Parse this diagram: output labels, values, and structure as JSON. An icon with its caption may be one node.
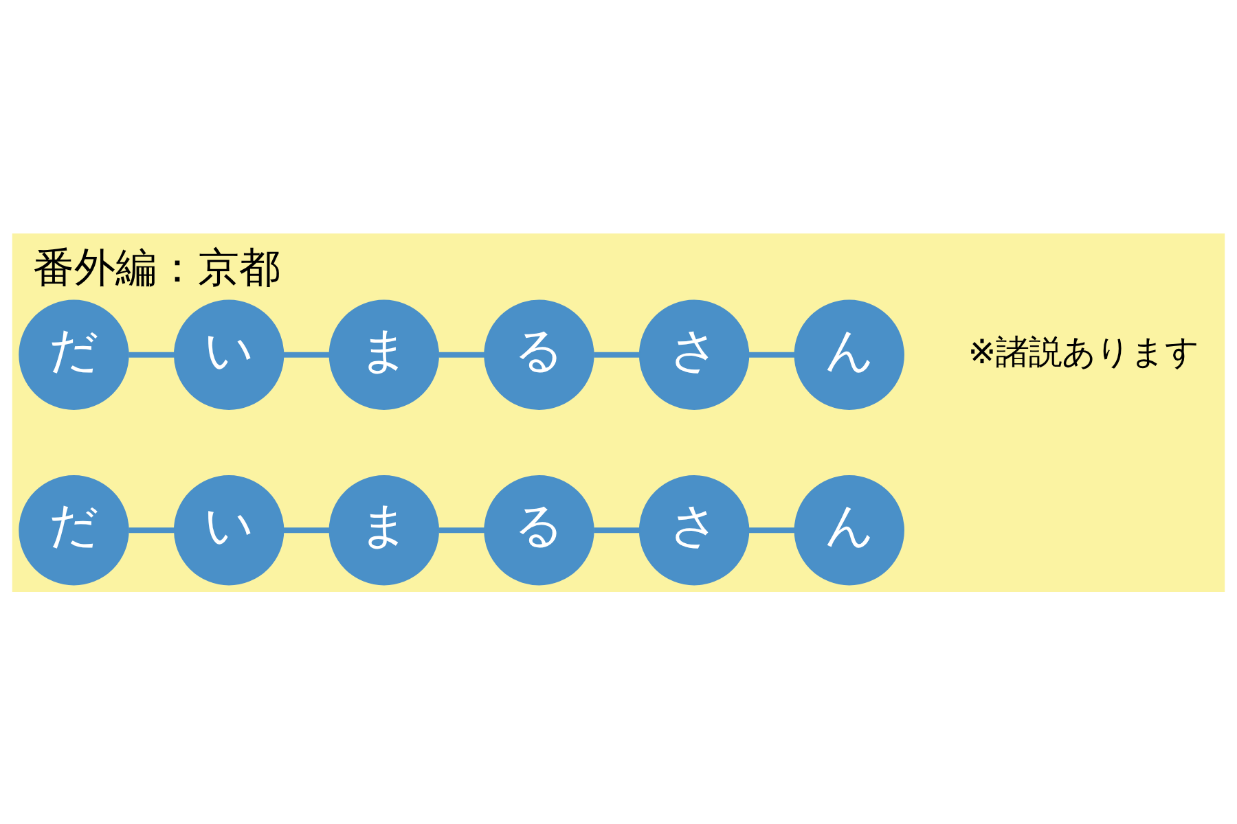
{
  "diagram": {
    "title": "番外編：京都",
    "nodes": [
      {
        "text": [
          "だ"
        ]
      },
      {
        "text": [
          "い"
        ]
      },
      {
        "text": [
          "ま"
        ]
      },
      {
        "text": [
          "る"
        ]
      },
      {
        "text": [
          "さ"
        ]
      },
      {
        "text": [
          "ん"
        ]
      },
      {
        "text": [
          "だ"
        ]
      },
      {
        "text": [
          "い"
        ]
      },
      {
        "text": [
          "ま"
        ]
      },
      {
        "text": [
          "る"
        ]
      },
      {
        "text": [
          "さ"
        ]
      },
      {
        "text": [
          "ん"
        ]
      }
    ],
    "edges": [
      {
        "from": 0,
        "to": 1,
        "arrow": "none"
      },
      {
        "from": 1,
        "to": 2,
        "arrow": "none"
      },
      {
        "from": 2,
        "to": 3,
        "arrow": "none"
      },
      {
        "from": 3,
        "to": 4,
        "arrow": "none"
      },
      {
        "from": 4,
        "to": 5,
        "arrow": "none"
      },
      {
        "from": 6,
        "to": 7,
        "arrow": "none"
      },
      {
        "from": 7,
        "to": 8,
        "arrow": "none"
      },
      {
        "from": 8,
        "to": 9,
        "arrow": "none"
      },
      {
        "from": 9,
        "to": 10,
        "arrow": "none"
      },
      {
        "from": 10,
        "to": 11,
        "arrow": "none"
      }
    ],
    "labels": [
      "※諸説あります"
    ]
  }
}
